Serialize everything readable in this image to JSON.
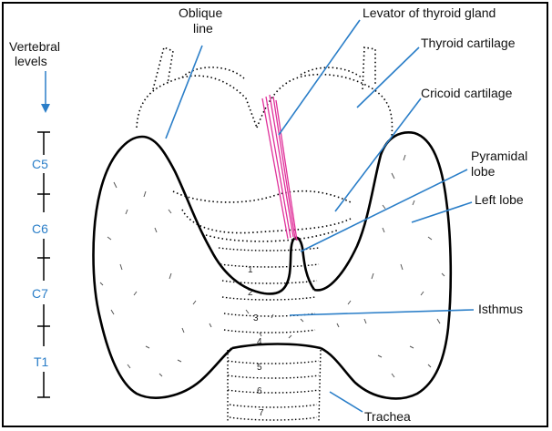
{
  "labels": {
    "oblique_line_1": "Oblique",
    "oblique_line_2": "line",
    "levator": "Levator of thyroid gland",
    "thyroid_cartilage": "Thyroid cartilage",
    "cricoid_cartilage": "Cricoid cartilage",
    "pyramidal_1": "Pyramidal",
    "pyramidal_2": "lobe",
    "left_lobe": "Left lobe",
    "isthmus": "Isthmus",
    "trachea": "Trachea"
  },
  "vertebral": {
    "title_1": "Vertebral",
    "title_2": "levels",
    "levels": [
      "C5",
      "C6",
      "C7",
      "T1"
    ]
  },
  "ring_numbers": [
    "1",
    "2",
    "3",
    "4",
    "5",
    "6",
    "7"
  ],
  "colors": {
    "label_line": "#2a7ec8",
    "level_text": "#2a7ec8",
    "levator": "#e0309a",
    "outline": "#000000"
  }
}
